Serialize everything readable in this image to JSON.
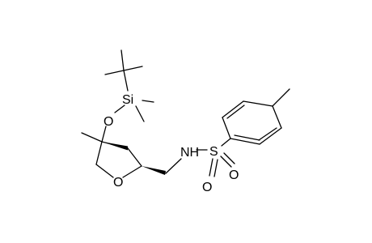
{
  "molecule": {
    "atoms": {
      "si": "Si",
      "o_silyl": "O",
      "o_ring": "O",
      "nh": "NH",
      "s": "S",
      "o_sulfonyl_1": "O",
      "o_sulfonyl_2": "O"
    }
  },
  "colors": {
    "ink": "#000000",
    "background": "#ffffff"
  }
}
